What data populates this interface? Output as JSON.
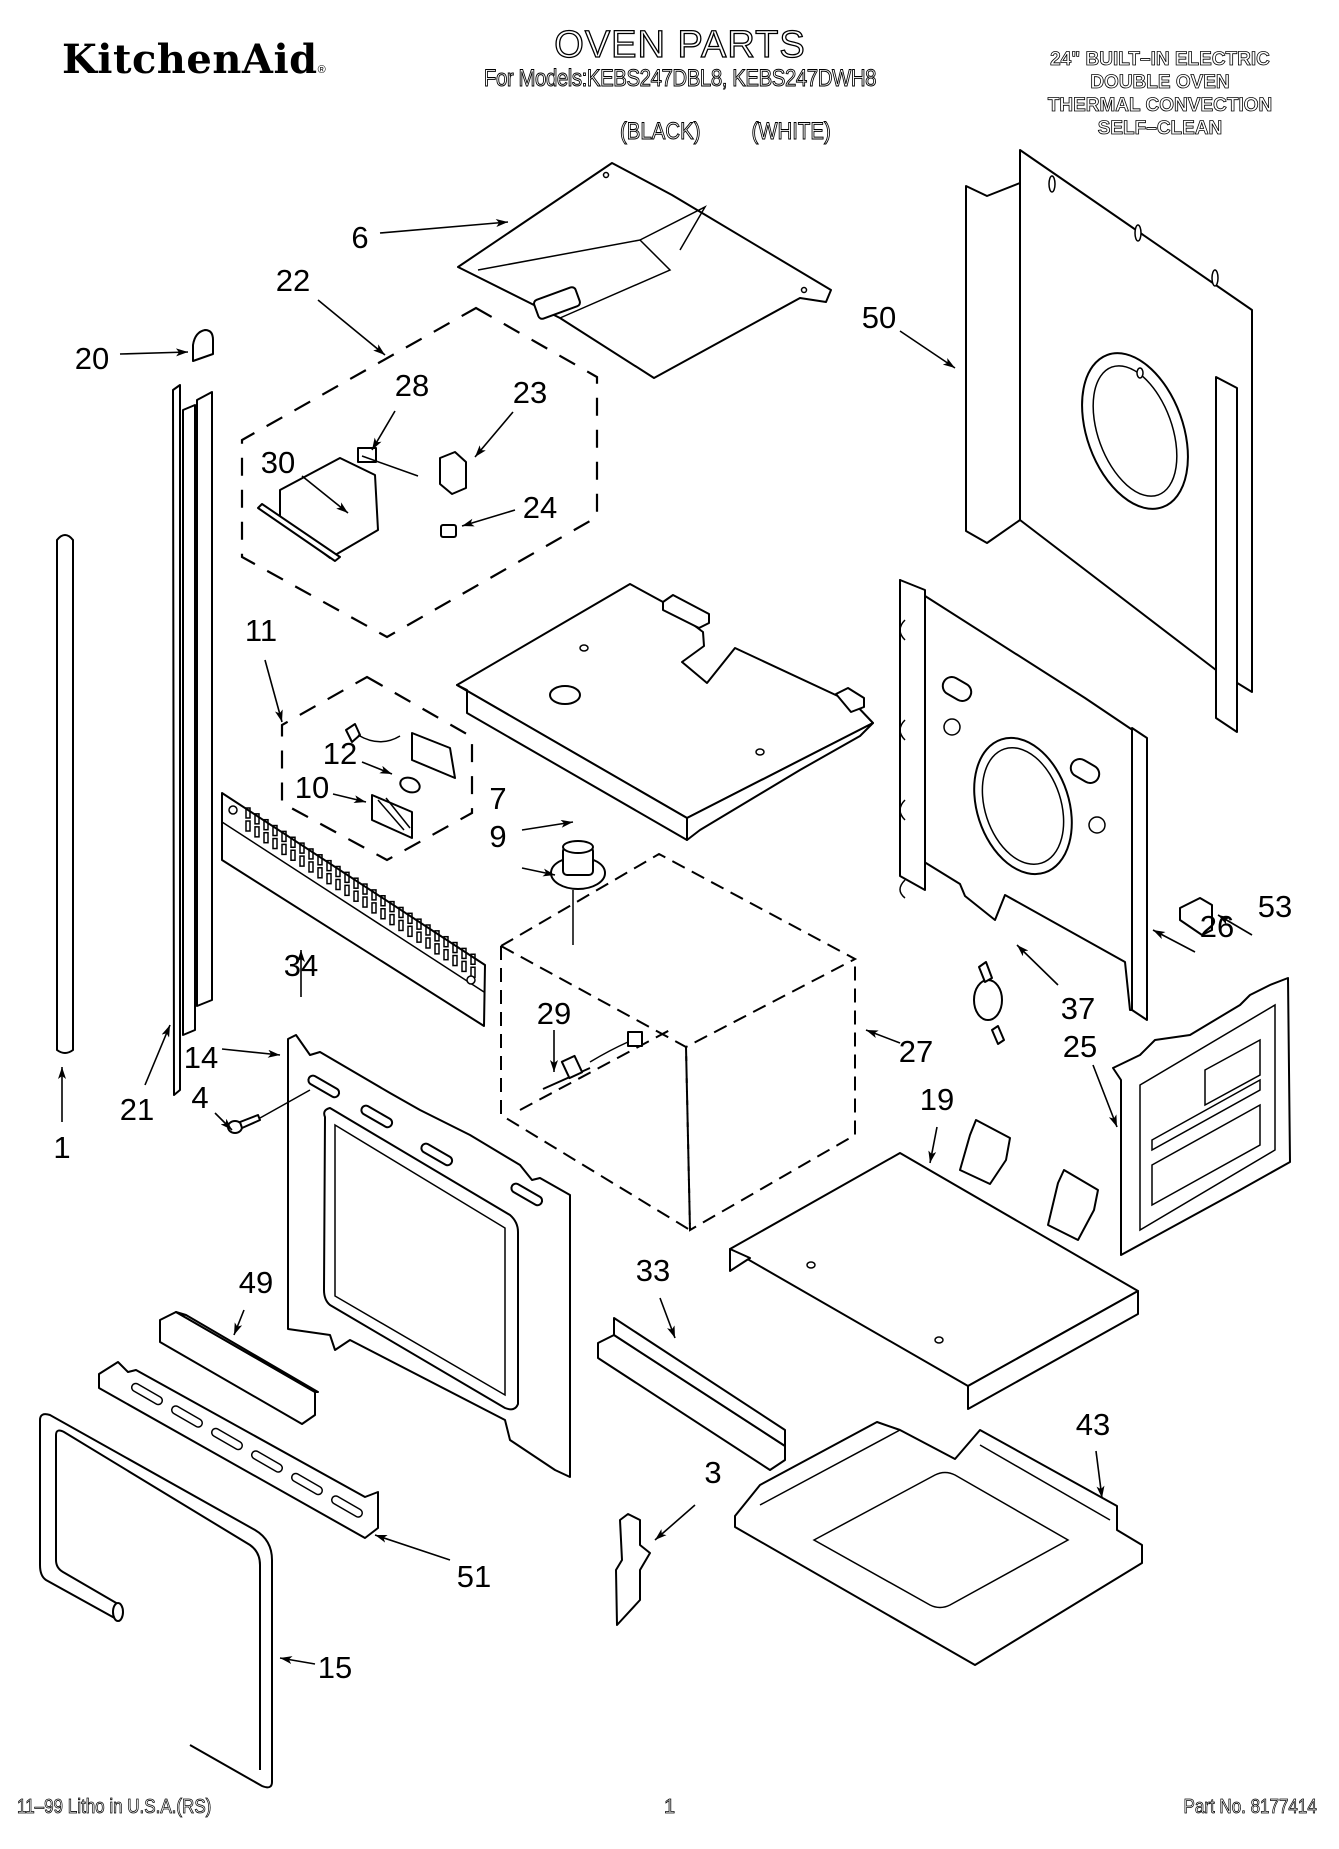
{
  "header": {
    "brand": "KitchenAid",
    "brand_mark": "®",
    "title": "OVEN PARTS",
    "models_line": "For Models:KEBS247DBL8, KEBS247DWH8",
    "color_variants": [
      "(BLACK)",
      "(WHITE)"
    ],
    "product_description": [
      "24\" BUILT–IN ELECTRIC",
      "DOUBLE OVEN",
      "THERMAL CONVECTION",
      "SELF–CLEAN"
    ]
  },
  "footer": {
    "print_info": "11–99 Litho in U.S.A.(RS)",
    "page_number": "1",
    "part_number": "Part No. 8177414"
  },
  "diagram": {
    "icons": {
      "arrowhead": "arrow-icon"
    },
    "callouts": [
      {
        "label": "1",
        "part": "trim-strip-left"
      },
      {
        "label": "3",
        "part": "bracket"
      },
      {
        "label": "4",
        "part": "screw"
      },
      {
        "label": "6",
        "part": "top-duct-panel"
      },
      {
        "label": "7",
        "part": "oven-top-panel"
      },
      {
        "label": "9",
        "part": "fan-motor"
      },
      {
        "label": "10",
        "part": "lens"
      },
      {
        "label": "11",
        "part": "light-assembly"
      },
      {
        "label": "12",
        "part": "bulb"
      },
      {
        "label": "14",
        "part": "front-frame"
      },
      {
        "label": "15",
        "part": "door-gasket"
      },
      {
        "label": "19",
        "part": "bottom-panel"
      },
      {
        "label": "20",
        "part": "end-cap"
      },
      {
        "label": "21",
        "part": "side-trim"
      },
      {
        "label": "22",
        "part": "latch-assembly"
      },
      {
        "label": "23",
        "part": "latch-solenoid"
      },
      {
        "label": "24",
        "part": "latch-switch"
      },
      {
        "label": "25",
        "part": "rear-panel"
      },
      {
        "label": "26",
        "part": "convection-back-panel"
      },
      {
        "label": "27",
        "part": "oven-cavity"
      },
      {
        "label": "28",
        "part": "switch"
      },
      {
        "label": "29",
        "part": "temperature-sensor"
      },
      {
        "label": "30",
        "part": "latch-motor"
      },
      {
        "label": "33",
        "part": "support-rail"
      },
      {
        "label": "34",
        "part": "vent-grille"
      },
      {
        "label": "37",
        "part": "thermal-fuse"
      },
      {
        "label": "43",
        "part": "bottom-tray"
      },
      {
        "label": "49",
        "part": "lower-channel"
      },
      {
        "label": "50",
        "part": "convection-cover"
      },
      {
        "label": "51",
        "part": "vent-trim"
      },
      {
        "label": "53",
        "part": "clip"
      }
    ]
  }
}
